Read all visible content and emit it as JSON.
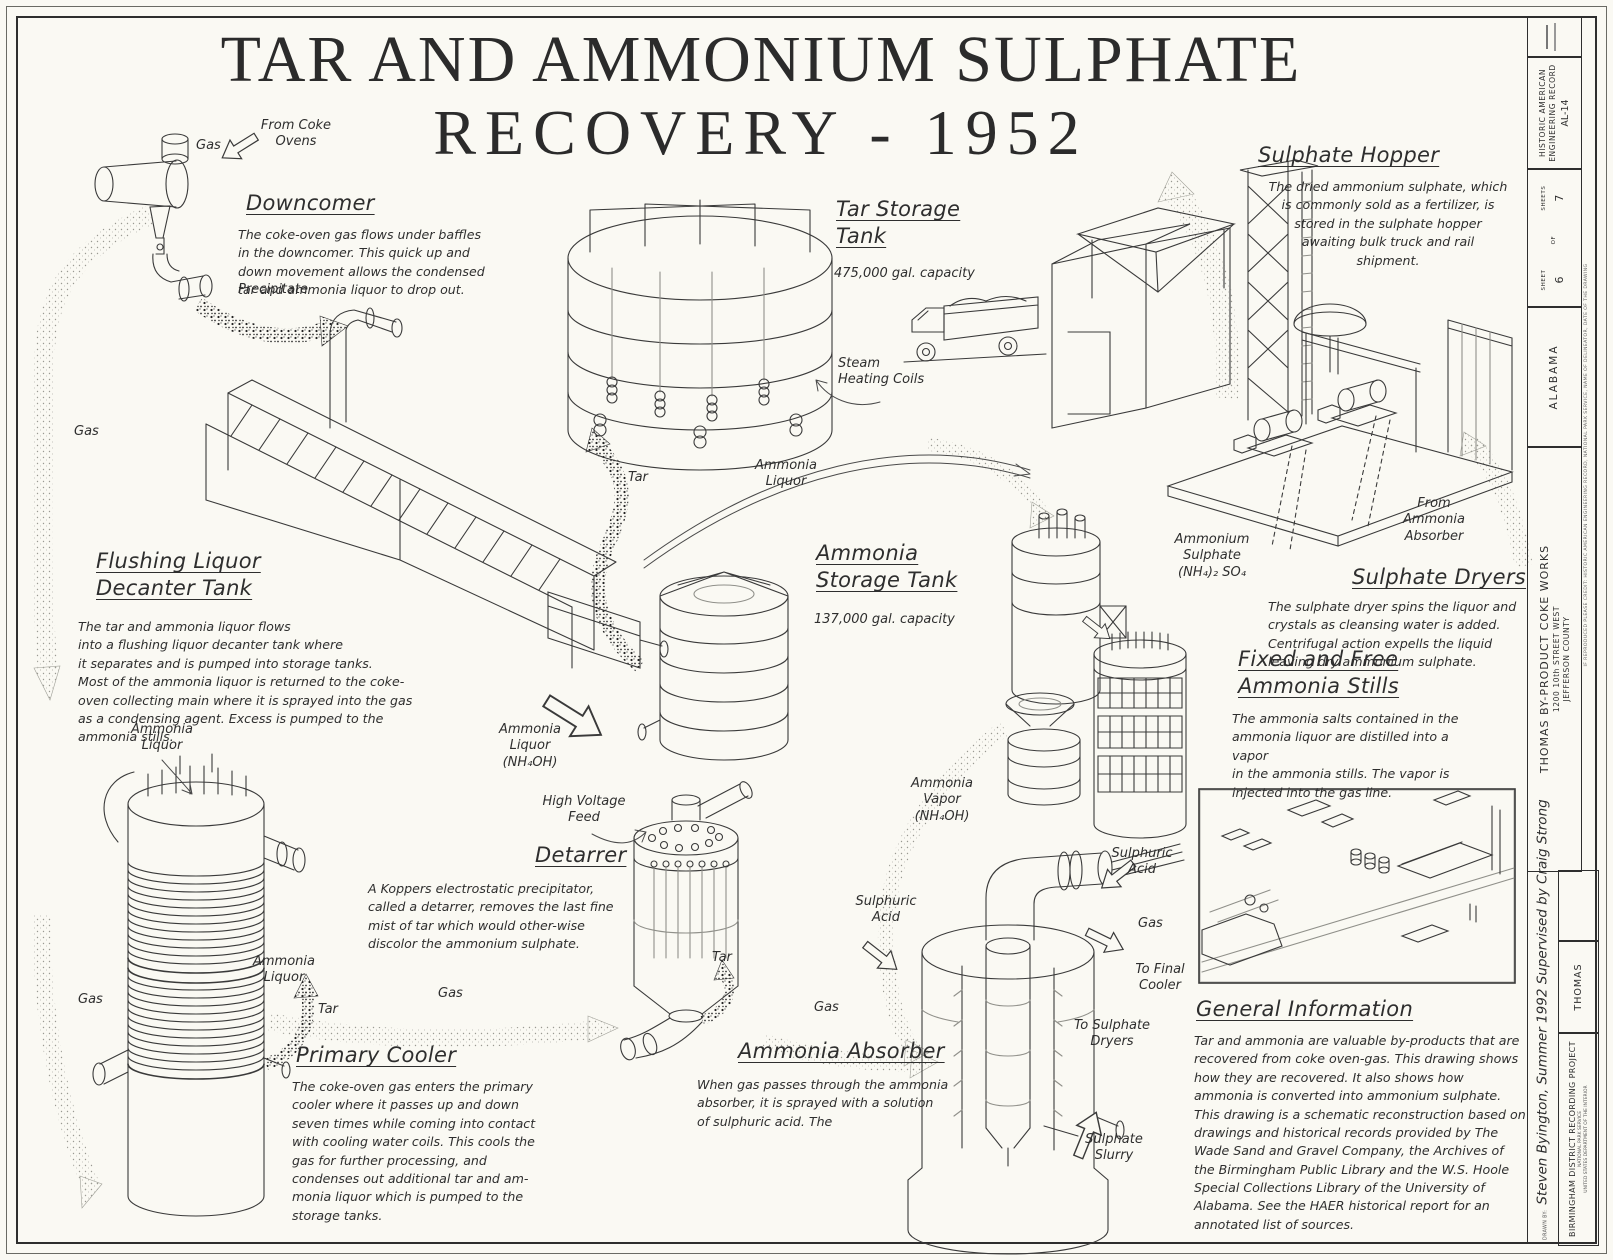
{
  "title": {
    "line1": "TAR AND AMMONIUM SULPHATE",
    "line2": "RECOVERY - 1952"
  },
  "sections": {
    "downcomer": {
      "heading": "Downcomer",
      "body": "The coke-oven gas flows under baffles\nin the downcomer.  This quick up and\ndown movement allows the condensed\ntar and ammonia liquor to drop out."
    },
    "flushing_liquor_decanter_tank": {
      "heading": "Flushing Liquor\nDecanter Tank",
      "body": "The tar and ammonia liquor flows\ninto a flushing liquor decanter tank where\nit separates and is pumped into storage tanks.\nMost of the ammonia liquor is returned to the coke-\noven collecting main where it is sprayed into the gas\nas a condensing agent.  Excess is pumped to the\nammonia stills."
    },
    "tar_storage_tank": {
      "heading": "Tar Storage\nTank",
      "capacity": "475,000 gal. capacity"
    },
    "sulphate_hopper": {
      "heading": "Sulphate Hopper",
      "body": "The dried ammonium sulphate, which\nis commonly sold as a fertilizer, is\nstored in the sulphate hopper\nawaiting bulk truck and rail\nshipment."
    },
    "ammonia_storage_tank": {
      "heading": "Ammonia\nStorage Tank",
      "capacity": "137,000 gal. capacity"
    },
    "sulphate_dryers": {
      "heading": "Sulphate Dryers",
      "body": "The sulphate dryer spins the liquor and\ncrystals as cleansing water is added.\nCentrifugal action expells the liquid\nleaving dry ammonium sulphate."
    },
    "fixed_free_ammonia_stills": {
      "heading": "Fixed and Free\nAmmonia Stills",
      "body": "The ammonia salts contained in the\nammonia liquor are distilled into a vapor\nin the ammonia stills.  The vapor is\ninjected into the gas line."
    },
    "detarrer": {
      "heading": "Detarrer",
      "body": "A  Koppers electrostatic  precipitator,\ncalled a detarrer, removes the last fine\nmist of tar which would other-wise\ndiscolor the ammonium sulphate."
    },
    "primary_cooler": {
      "heading": "Primary Cooler",
      "body": "The coke-oven gas enters the primary\ncooler where it passes up and down\nseven times while coming into contact\nwith cooling water coils. This cools the\ngas  for  further  processing,  and\ncondenses out additional tar and am-\nmonia liquor which is pumped to the\nstorage tanks."
    },
    "ammonia_absorber": {
      "heading": "Ammonia Absorber",
      "body": "When gas passes through the ammonia\nabsorber, it is sprayed with a solution\nof sulphuric acid.  The"
    },
    "general_information": {
      "heading": "General Information",
      "body": "Tar and ammonia are valuable by-products that are\nrecovered from coke oven-gas.  This drawing shows\nhow they are recovered.  It also shows how\nammonia is converted into ammonium sulphate.\nThis drawing is a schematic reconstruction based on\ndrawings and historical records provided by The\nWade Sand and Gravel Company, the Archives of\nthe Birmingham Public Library and the W.S. Hoole\nSpecial Collections Library of the University of\nAlabama.  See the HAER historical report for an\nannotated list of sources."
    }
  },
  "flow_labels": {
    "gas_from_ovens": "Gas",
    "from_coke_ovens": "From Coke\nOvens",
    "precipitate": "Precipitate",
    "gas_left": "Gas",
    "tar_to_storage": "Tar",
    "ammonia_liquor_to_storage": "Ammonia\nLiquor",
    "steam_heating_coils": "Steam\nHeating Coils",
    "ammonia_liquor_nh4oh": "Ammonia\nLiquor\n(NH₄OH)",
    "ammonia_liquor_cooler_top": "Ammonia\nLiquor",
    "gas_cooler_left": "Gas",
    "ammonia_liquor_from_cooler": "Ammonia\nLiquor",
    "tar_from_cooler": "Tar",
    "gas_cooler_to_detarrer": "Gas",
    "high_voltage_feed": "High Voltage\nFeed",
    "tar_from_detarrer": "Tar",
    "gas_detarrer_to_absorber": "Gas",
    "ammonia_vapor": "Ammonia\nVapor\n(NH₄OH)",
    "sulphuric_acid_left": "Sulphuric\nAcid",
    "sulphuric_acid_right": "Sulphuric\nAcid",
    "gas_from_absorber": "Gas",
    "to_final_cooler": "To Final\nCooler",
    "to_sulphate_dryers": "To Sulphate\nDryers",
    "sulphate_slurry": "Sulphate\nSlurry",
    "ammonium_sulphate_formula": "Ammonium\nSulphate\n(NH₄)₂ SO₄",
    "from_ammonia_absorber": "From\nAmmonia\nAbsorber"
  },
  "title_block": {
    "record_name_line1": "HISTORIC AMERICAN",
    "record_name_line2": "ENGINEERING RECORD",
    "record_number": "AL-14",
    "sheet_label": "SHEET",
    "sheet_number": "6",
    "of_label": "OF",
    "sheets_total": "7",
    "sheets_label": "SHEETS",
    "state": "ALABAMA",
    "site_name": "THOMAS  BY-PRODUCT  COKE  WORKS",
    "site_address": "1200 10th STREET WEST",
    "site_county": "JEFFERSON COUNTY",
    "credit_note": "IF REPRODUCED PLEASE CREDIT: HISTORIC AMERICAN ENGINEERING RECORD, NATIONAL PARK SERVICE, NAME OF DELINEATOR, DATE OF THE DRAWING",
    "drawn_by_label": "DRAWN BY:",
    "delineator": "Steven Byington, Summer 1992   Supervised by Craig Strong",
    "project_name": "BIRMINGHAM  DISTRICT  RECORDING  PROJECT",
    "project_agency": "NATIONAL PARK SERVICE",
    "project_department": "UNITED STATES DEPARTMENT OF THE INTERIOR",
    "site_short_name": "THOMAS"
  }
}
